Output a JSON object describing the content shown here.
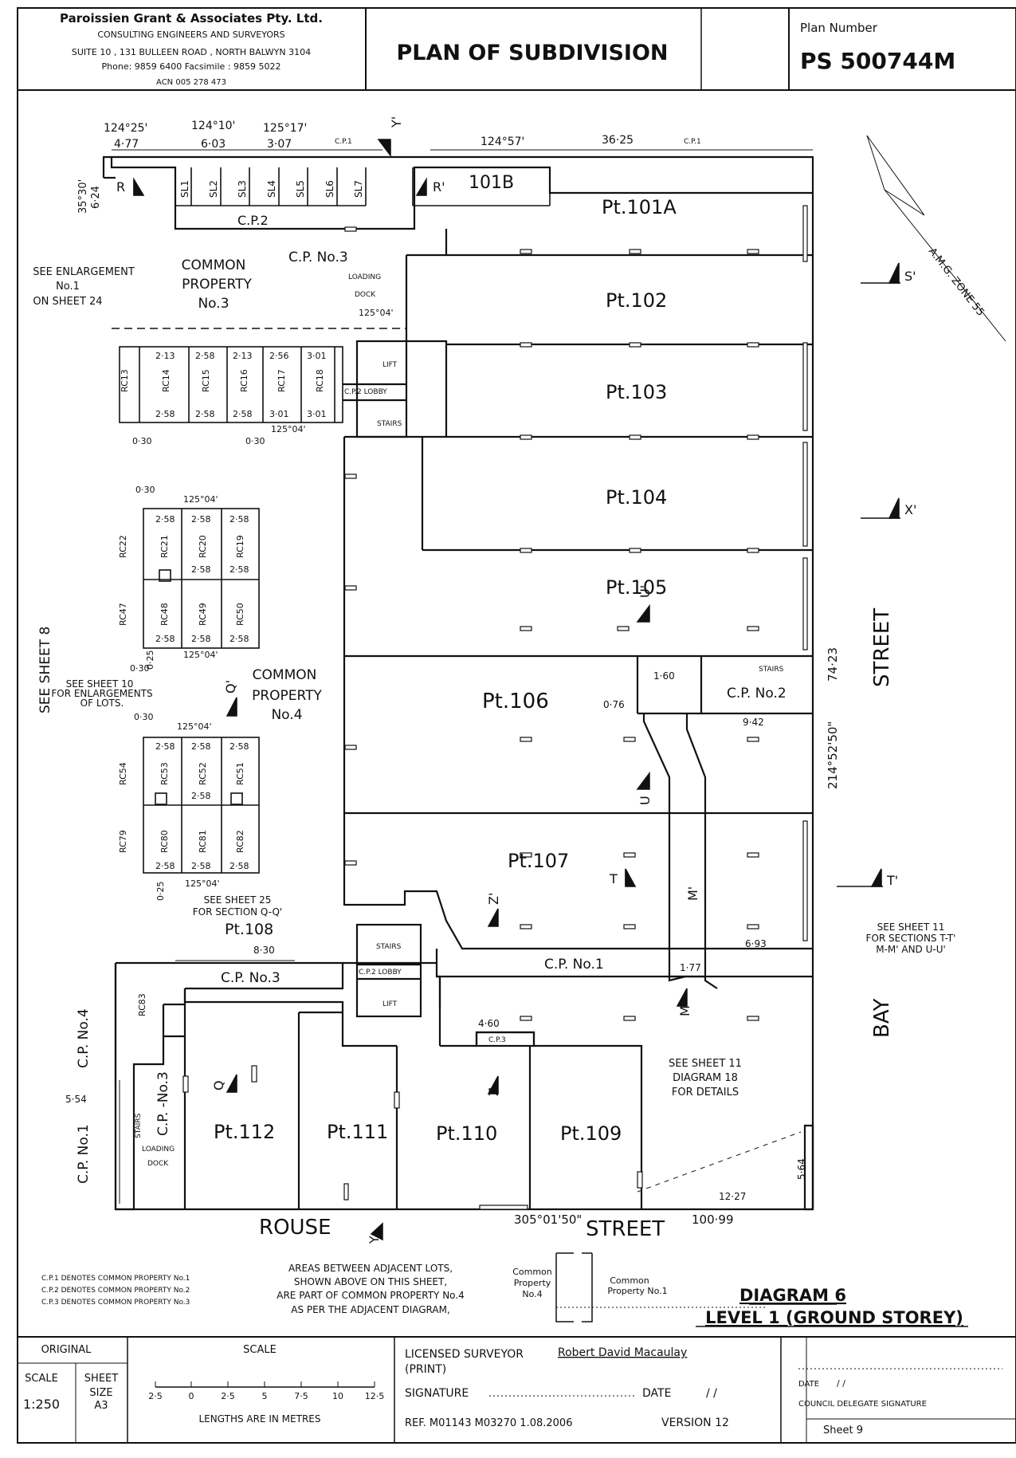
{
  "header": {
    "company": "Paroissien Grant & Associates Pty. Ltd.",
    "line2": "CONSULTING ENGINEERS AND SURVEYORS",
    "line3": "SUITE 10 , 131 BULLEEN ROAD , NORTH BALWYN 3104",
    "line4": "Phone: 9859 6400 Facsimile : 9859 5022",
    "line5": "ACN 005 278 473",
    "title": "PLAN OF SUBDIVISION",
    "plan_number_label": "Plan Number",
    "plan_number": "PS 500744M"
  },
  "streets": {
    "rouse": "ROUSE",
    "street_bottom": "STREET",
    "bay": "BAY",
    "street_right": "STREET",
    "bottom_bearing": "305°01'50\"",
    "bottom_dist": "100·99",
    "right_bearing": "214°52'50\"",
    "right_dist": "74·23"
  },
  "lots": {
    "pt101a": "Pt.101A",
    "l101b": "101B",
    "pt102": "Pt.102",
    "pt103": "Pt.103",
    "pt104": "Pt.104",
    "pt105": "Pt.105",
    "pt106": "Pt.106",
    "pt107": "Pt.107",
    "pt108": "Pt.108",
    "pt109": "Pt.109",
    "pt110": "Pt.110",
    "pt111": "Pt.111",
    "pt112": "Pt.112"
  },
  "areas": {
    "cp1": "C.P. No.1",
    "cp2": "C.P. No.2",
    "cp2_short": "C.P.2",
    "cp3": "C.P. No.3",
    "cp3_lower": "C.P. No.3",
    "cp3_left": "C.P. -No.3",
    "cp4_left": "C.P. No.4",
    "cp1_left": "C.P. No.1",
    "common3_a": "COMMON",
    "common3_b": "PROPERTY",
    "common3_c": "No.3",
    "common4_a": "COMMON",
    "common4_b": "PROPERTY",
    "common4_c": "No.4",
    "loading": "LOADING",
    "dock": "DOCK",
    "lift": "LIFT",
    "lobby": "C.P.2 LOBBY",
    "stairs": "STAIRS",
    "stairs2": "STAIRS",
    "stairs3": "STAIRS",
    "lift2": "LIFT",
    "lobby2": "C.P.2 LOBBY",
    "loading2": "LOADING",
    "dock2": "DOCK",
    "stairs_cp2": "STAIRS"
  },
  "notes": {
    "see_enl": "SEE ENLARGEMENT",
    "see_enl2": "No.1",
    "see_enl3": "ON SHEET 24",
    "see_sheet8": "SEE SHEET 8",
    "see_sheet10a": "SEE SHEET 10",
    "see_sheet10b": "FOR ENLARGEMENTS",
    "see_sheet10c": "OF LOTS.",
    "see_sheet25a": "SEE SHEET 25",
    "see_sheet25b": "FOR SECTION Q-Q'",
    "see_sheet11a": "SEE SHEET 11",
    "see_sheet11b": "FOR SECTIONS T-T'",
    "see_sheet11c": "M-M' AND U-U'",
    "see_sheet11d": "SEE SHEET 11",
    "see_sheet11e": "DIAGRAM 18",
    "see_sheet11f": "FOR DETAILS",
    "amg": "A.M.G. ZONE 55",
    "legend1": "C.P.1  DENOTES COMMON PROPERTY No.1",
    "legend2": "C.P.2  DENOTES COMMON PROPERTY No.2",
    "legend3": "C.P.3  DENOTES COMMON PROPERTY No.3",
    "areas1": "AREAS BETWEEN ADJACENT LOTS,",
    "areas2": "SHOWN ABOVE ON THIS SHEET,",
    "areas3": "ARE PART OF COMMON PROPERTY No.4",
    "areas4": "AS PER  THE ADJACENT DIAGRAM,",
    "cp_small_a": "Common",
    "cp_small_b": "Property",
    "cp_small_c": "No.4",
    "cp_small_d": "Common",
    "cp_small_e": "Property No.1",
    "diagram": "DIAGRAM 6",
    "level": "LEVEL 1 (GROUND STOREY)"
  },
  "dims": {
    "t1a": "124°25'",
    "t1b": "4·77",
    "t2a": "124°10'",
    "t2b": "6·03",
    "t3a": "125°17'",
    "t3b": "3·07",
    "t4": "124°57'",
    "t5": "36·25",
    "left_a": "35°30'",
    "left_b": "6·24",
    "b1": "125°04'",
    "b2": "125°04'",
    "b3": "125°04'",
    "b4": "125°04'",
    "b5": "125°04'",
    "b6": "125°04'",
    "d030a": "0·30",
    "d030b": "0·30",
    "d030c": "0·30",
    "d030d": "0·30",
    "d030e": "0·30",
    "d025a": "0·25",
    "d025b": "0·25",
    "d830": "8·30",
    "d554": "5·54",
    "d1227": "12·27",
    "d564": "5·64",
    "d693": "6·93",
    "d942": "9·42",
    "d177": "1·77",
    "d076": "0·76",
    "d160": "1·60",
    "d460": "4·60",
    "cp1_top": "C.P.1",
    "cp1_top2": "C.P.1",
    "cp3_label": "C.P.3"
  },
  "carparks_a": {
    "top": [
      "2·13",
      "2·58",
      "2·13",
      "2·56",
      "3·01"
    ],
    "bot": [
      "2·58",
      "2·58",
      "2·58",
      "3·01",
      "3·01"
    ],
    "rc": [
      "RC13",
      "RC14",
      "RC15",
      "RC16",
      "RC17",
      "RC18"
    ]
  },
  "carparks_b": {
    "top": [
      "2·58",
      "2·58",
      "2·58"
    ],
    "mid": [
      "2·58",
      "2·58"
    ],
    "bot": [
      "2·58",
      "2·58",
      "2·58"
    ],
    "rc": [
      "RC22",
      "RC21",
      "RC20",
      "RC19",
      "RC47",
      "RC48",
      "RC49",
      "RC50"
    ]
  },
  "carparks_c": {
    "top": [
      "2·58",
      "2·58",
      "2·58"
    ],
    "mid": [
      "2·58"
    ],
    "bot": [
      "2·58",
      "2·58",
      "2·58"
    ],
    "rc": [
      "RC54",
      "RC53",
      "RC52",
      "RC51",
      "RC79",
      "RC80",
      "RC81",
      "RC82",
      "RC83"
    ]
  },
  "storage": [
    "SL1",
    "SL2",
    "SL3",
    "SL4",
    "SL5",
    "SL6",
    "SL7"
  ],
  "sections": {
    "y": "Y",
    "y2": "Y'",
    "r": "R",
    "r2": "R'",
    "s": "S'",
    "x": "X'",
    "t": "T",
    "t2": "T'",
    "u": "U",
    "u2": "U'",
    "m": "M",
    "m2": "M'",
    "q": "Q",
    "q2": "Q'",
    "z": "Z",
    "z2": "Z'"
  },
  "footer": {
    "original": "ORIGINAL",
    "scale_label": "SCALE",
    "scale_value": "1:250",
    "sheet_size_label": "SHEET",
    "sheet_size_label2": "SIZE",
    "sheet_size": "A3",
    "scale_title": "SCALE",
    "scale_ticks": [
      "2·5",
      "0",
      "2·5",
      "5",
      "7·5",
      "10",
      "12·5"
    ],
    "lengths": "LENGTHS ARE IN METRES",
    "surveyor_label": "LICENSED SURVEYOR",
    "surveyor_label2": "(PRINT)",
    "surveyor_name": "Robert David Macaulay",
    "signature_label": "SIGNATURE",
    "date_label": "DATE",
    "ref": "REF.  M01143 M03270  1.08.2006",
    "version": "VERSION  12",
    "date2_label": "DATE",
    "council": "COUNCIL DELEGATE SIGNATURE",
    "sheet": "Sheet  9"
  }
}
